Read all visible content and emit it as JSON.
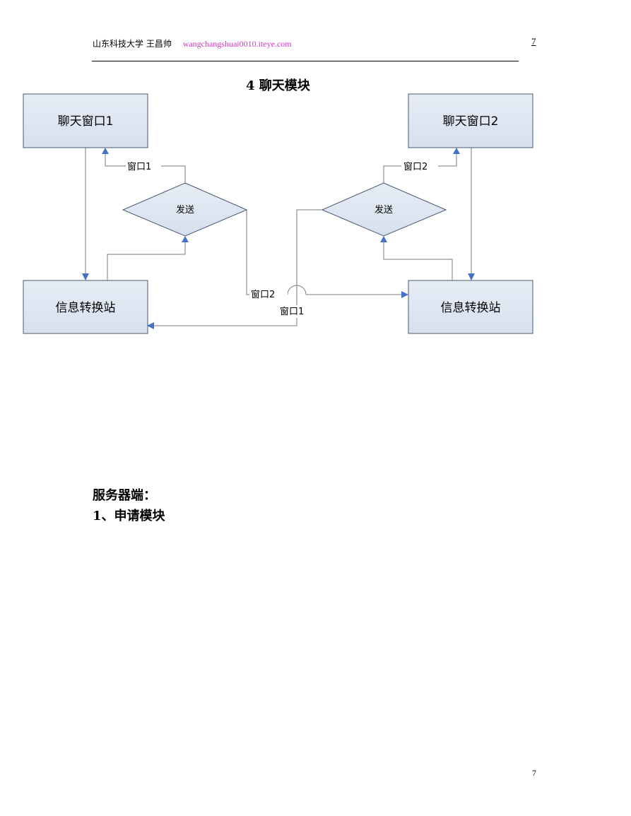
{
  "header": {
    "author": "山东科技大学 王昌帅",
    "site": "wangchangshuai0010.iteye.com",
    "page_number": "7"
  },
  "section_title": "4  聊天模块",
  "diagram": {
    "chat_window_1": "聊天窗口1",
    "chat_window_2": "聊天窗口2",
    "exchange_left": "信息转换站",
    "exchange_right": "信息转换站",
    "send_left": "发送",
    "send_right": "发送",
    "label_window1_top": "窗口1",
    "label_window2_top": "窗口2",
    "label_window2_cross": "窗口2",
    "label_window1_cross": "窗口1",
    "colors": {
      "box_fill": "#dbe4f0",
      "box_stroke": "#4a5a72",
      "line": "#6e6e6e",
      "arrow": "#4472c4"
    }
  },
  "server_heading": "服务器端：",
  "apply_module": "1、申请模块",
  "footer": {
    "page_number": "7"
  }
}
